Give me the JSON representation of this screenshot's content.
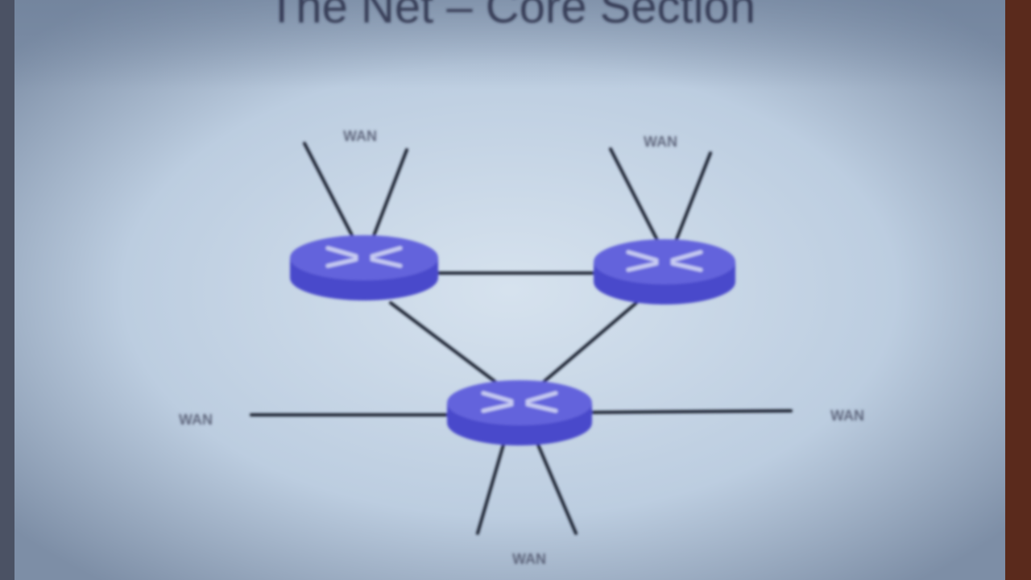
{
  "slide": {
    "title": "The Net – Core Section",
    "labels": {
      "top_left": "WAN",
      "top_right": "WAN",
      "left": "WAN",
      "right": "WAN",
      "bottom": "WAN"
    }
  },
  "colors": {
    "router_fill": "#5c5cd6",
    "router_top": "#6a6ae0",
    "slide_bg": "#c9d7e6",
    "link": "#1e2230",
    "frame_right": "#5a2a1c"
  },
  "routers": [
    {
      "icon": "router-icon",
      "id": "router-left"
    },
    {
      "icon": "router-icon",
      "id": "router-right"
    },
    {
      "icon": "router-icon",
      "id": "router-bottom"
    }
  ]
}
